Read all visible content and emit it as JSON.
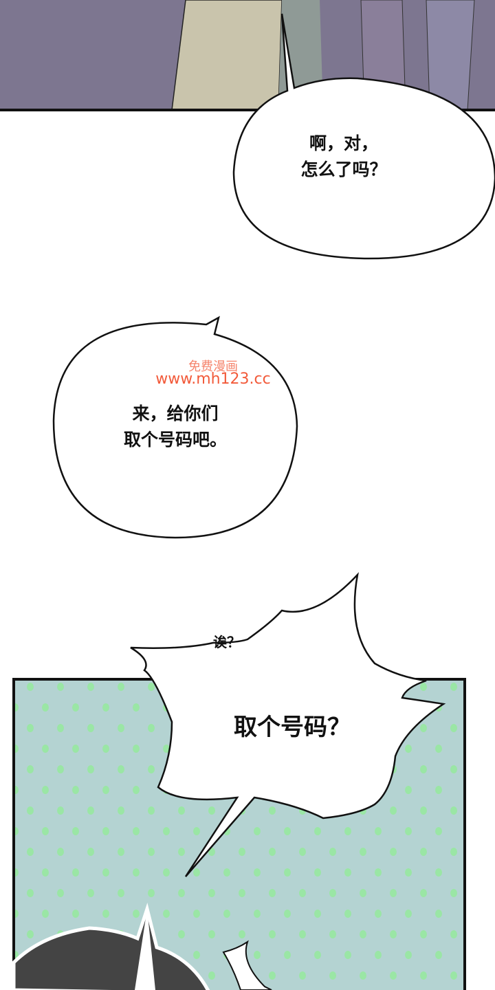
{
  "panels": {
    "top_scene": {
      "bg": "#7d7690"
    },
    "dotted_panel": {
      "bg": "#b4d3d2",
      "dot": "#9ae6a5"
    }
  },
  "bubbles": {
    "reply": {
      "lines": [
        "啊，对，",
        "怎么了吗？"
      ]
    },
    "offer": {
      "lines": [
        "来，给你们",
        "取个号码吧。"
      ]
    },
    "small_exclaim": {
      "text": "诶？"
    },
    "shout": {
      "text": "取个号码？"
    }
  },
  "watermark": {
    "line1": "免费漫画",
    "line2": "www.mh123.cc",
    "color": "#f25a3a"
  }
}
